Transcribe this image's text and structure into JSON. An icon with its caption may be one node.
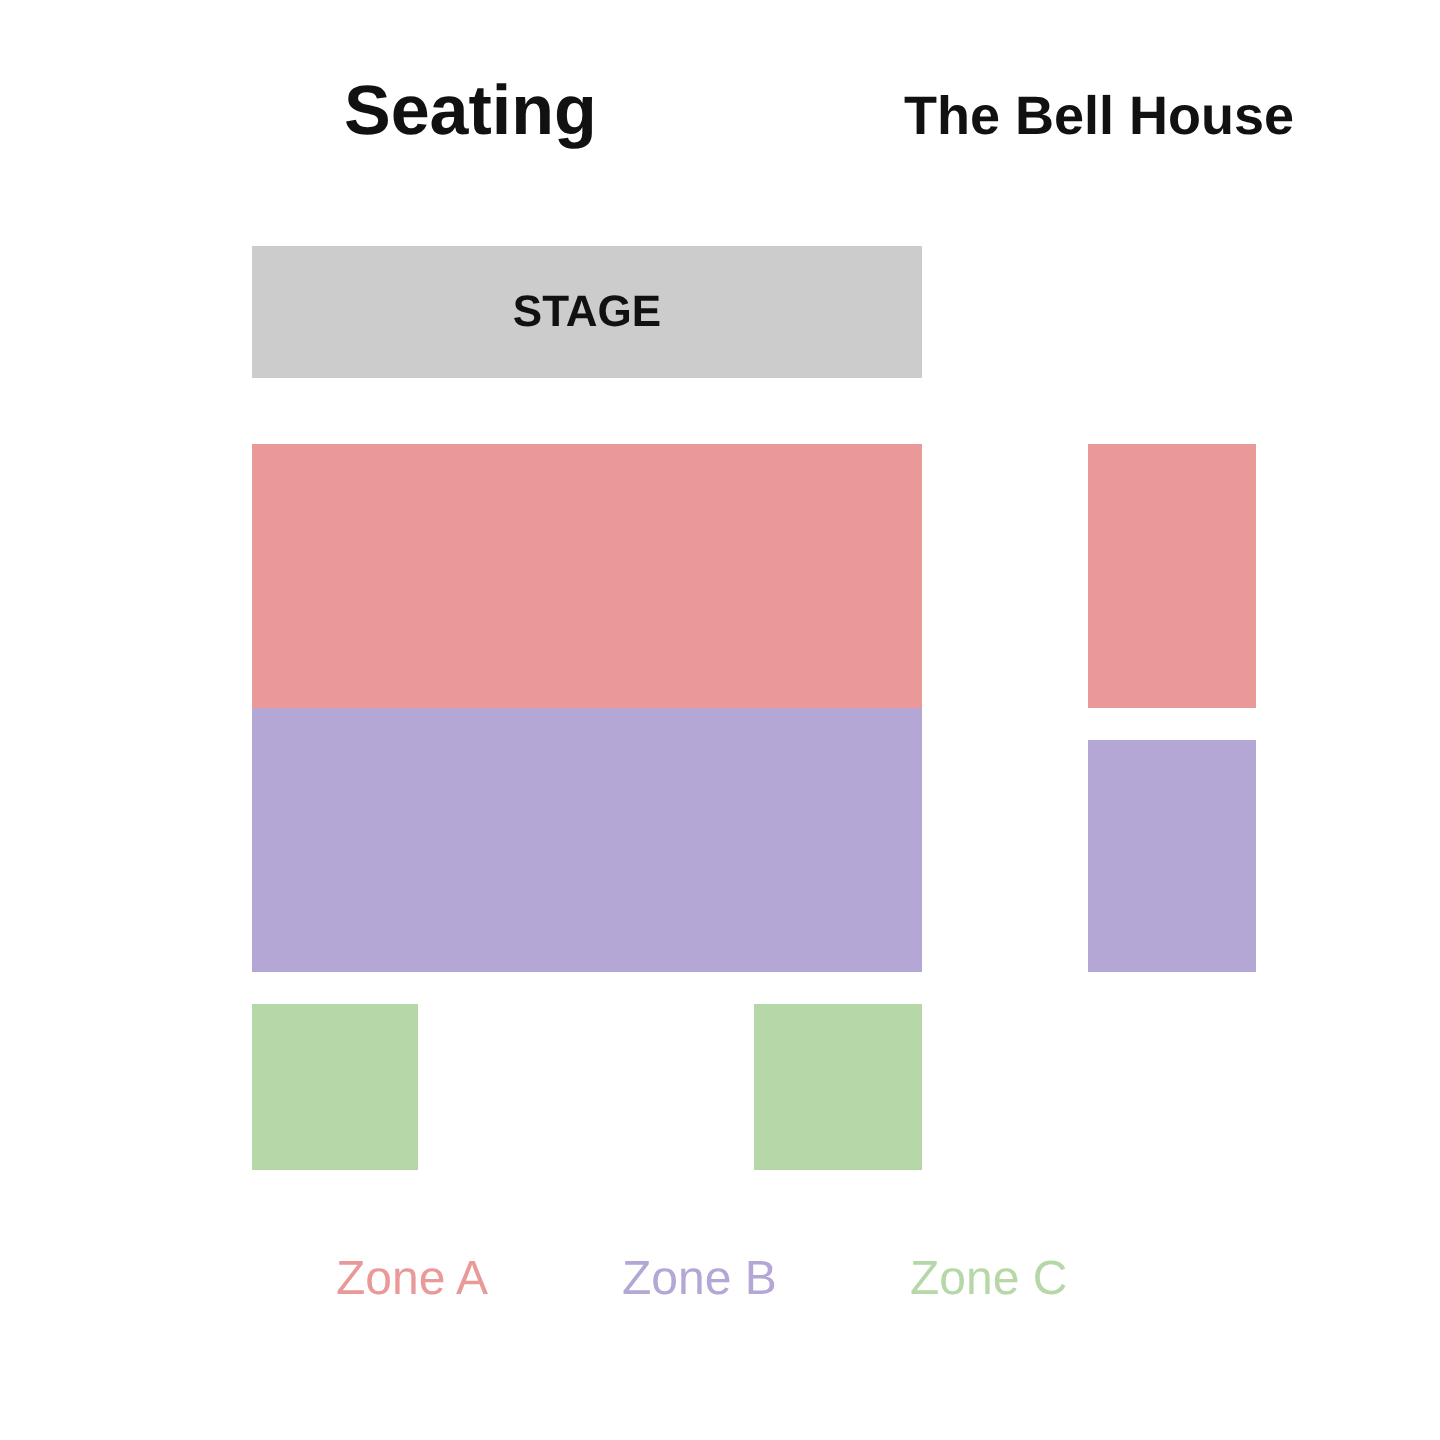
{
  "diagram": {
    "title": "Seating",
    "nodes": [
      {
        "text": [
          "STAGE"
        ]
      },
      {
        "text": [],
        "shape": "box"
      },
      {
        "text": [],
        "shape": "box"
      },
      {
        "text": [],
        "shape": "box"
      },
      {
        "text": [],
        "shape": "box"
      },
      {
        "text": [],
        "shape": "box"
      },
      {
        "text": [],
        "shape": "box"
      }
    ],
    "edges": [],
    "labels": [
      "The Bell House"
    ],
    "legend": [
      {
        "text": "Zone A",
        "color": "#ea9999"
      },
      {
        "text": "Zone B",
        "color": "#b4a7d6"
      },
      {
        "text": "Zone C",
        "color": "#b6d7a8"
      }
    ]
  }
}
